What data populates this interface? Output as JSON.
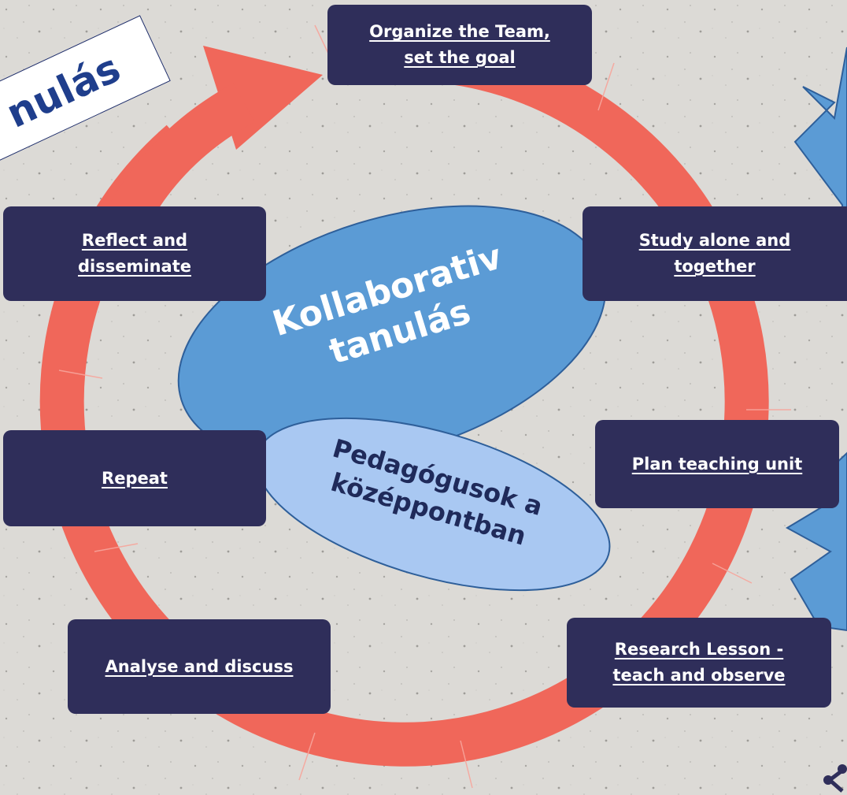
{
  "colors": {
    "background": "#dcdad6",
    "cycle_arrow": "#f0675a",
    "step_box": "#2f2e5a",
    "step_text": "#ffffff",
    "main_oval": "#5b9bd5",
    "main_oval_text": "#ffffff",
    "sub_oval": "#a9c8f2",
    "sub_oval_text": "#1f2a5a",
    "starburst": "#5b9bd5",
    "title_text": "#1f3e8c"
  },
  "title_fragment": "nulás",
  "center": {
    "main_line1": "Kollaborativ",
    "main_line2": "tanulás",
    "sub_line1": "Pedagógusok a",
    "sub_line2": "középpontban"
  },
  "steps": {
    "organize": {
      "line1": "Organize the Team,",
      "line2": "set the goal"
    },
    "study": {
      "line1": "Study alone and",
      "line2": "together"
    },
    "plan": {
      "line1": "Plan teaching unit"
    },
    "research": {
      "line1": "Research Lesson -",
      "line2": "teach and observe"
    },
    "analyse": {
      "line1": "Analyse and discuss"
    },
    "repeat": {
      "line1": "Repeat"
    },
    "reflect": {
      "line1": "Reflect and",
      "line2": "disseminate"
    }
  },
  "icons": {
    "corner": "share-icon"
  }
}
